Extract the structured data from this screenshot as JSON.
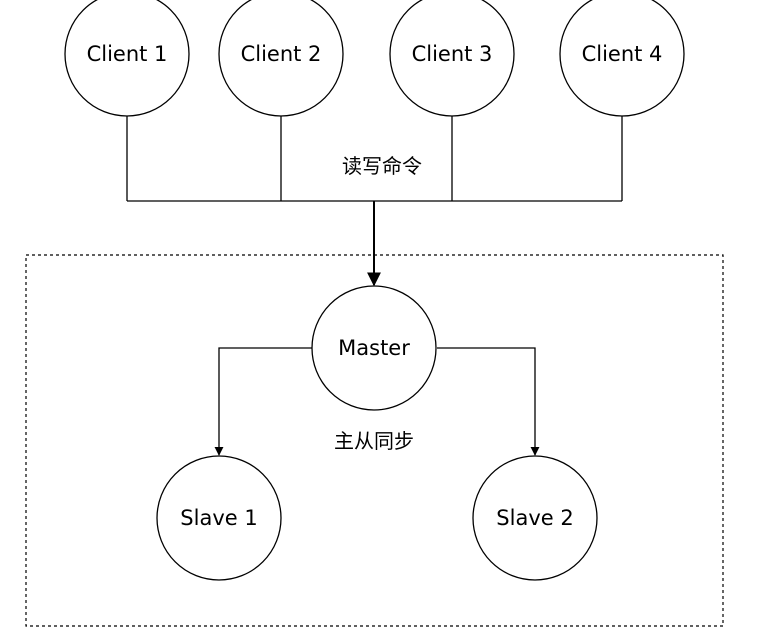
{
  "diagram": {
    "clients": [
      {
        "label": "Client 1"
      },
      {
        "label": "Client 2"
      },
      {
        "label": "Client 3"
      },
      {
        "label": "Client 4"
      }
    ],
    "edge_label_clients": "读写命令",
    "master": {
      "label": "Master"
    },
    "edge_label_sync": "主从同步",
    "slaves": [
      {
        "label": "Slave 1"
      },
      {
        "label": "Slave 2"
      }
    ],
    "colors": {
      "stroke": "#000000",
      "background": "#ffffff"
    }
  }
}
